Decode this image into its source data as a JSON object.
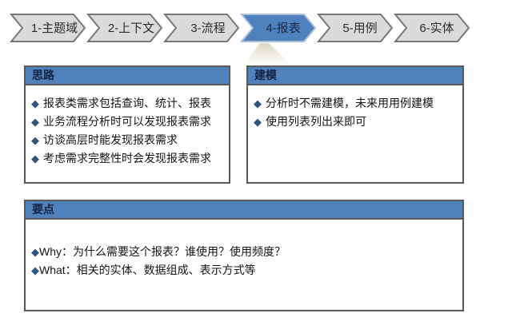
{
  "colors": {
    "accent_blue": "#4F81BD",
    "chevron_gray": "#DBDBDB",
    "chevron_border": "#77787B",
    "box_border": "#595959",
    "bullet_blue": "#31567E",
    "header_text": "#16233F"
  },
  "icons": {
    "bullet": "◆"
  },
  "nav": {
    "items": [
      {
        "label": "1-主题域",
        "active": false
      },
      {
        "label": "2-上下文",
        "active": false
      },
      {
        "label": "3-流程",
        "active": false
      },
      {
        "label": "4-报表",
        "active": true
      },
      {
        "label": "5-用例",
        "active": false
      },
      {
        "label": "6-实体",
        "active": false
      }
    ]
  },
  "boxes": {
    "ideas": {
      "title": "思路",
      "bullets": [
        "报表类需求包括查询、统计、报表",
        "业务流程分析时可以发现报表需求",
        "访谈高层时能发现报表需求",
        "考虑需求完整性时会发现报表需求"
      ]
    },
    "modeling": {
      "title": "建模",
      "bullets": [
        "分析时不需建模，未来用用例建模",
        "使用列表列出来即可"
      ]
    },
    "keypoints": {
      "title": "要点",
      "bullets": [
        "Why：为什么需要这个报表？谁使用？使用频度？",
        "What：相关的实体、数据组成、表示方式等"
      ]
    }
  }
}
